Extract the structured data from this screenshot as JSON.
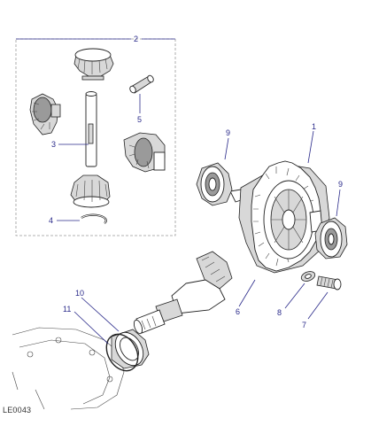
{
  "callouts": {
    "c1": "1",
    "c2": "2",
    "c3": "3",
    "c4": "4",
    "c5": "5",
    "c6": "6",
    "c7": "7",
    "c8": "8",
    "c9a": "9",
    "c9b": "9",
    "c10": "10",
    "c11": "11"
  },
  "reference_code": "LE0043",
  "colors": {
    "callout": "#2a2a8a",
    "line": "#222222",
    "box": "#999999"
  }
}
